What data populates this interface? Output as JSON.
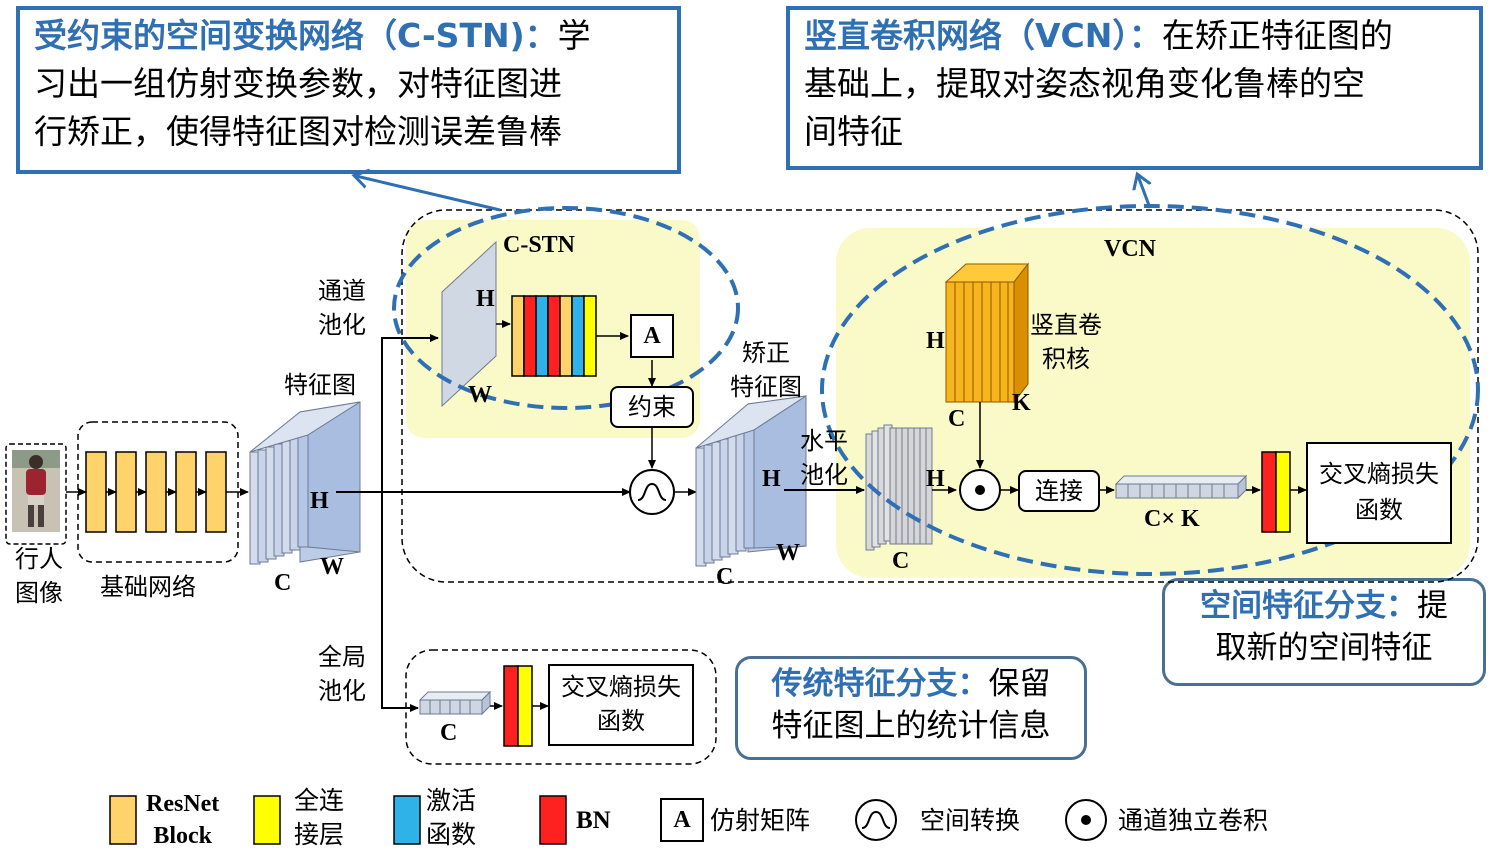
{
  "callouts": {
    "cstn": {
      "title": "受约束的空间变换网络（C-STN)：",
      "body1": "学",
      "line2": "习出一组仿射变换参数，对特征图进",
      "line3": "行矫正，使得特征图对检测误差鲁棒"
    },
    "vcn": {
      "title": "竖直卷积网络（VCN）：",
      "body1": "在矫正特征图的",
      "line2": "基础上，提取对姿态视角变化鲁棒的空",
      "line3": "间特征"
    },
    "spatial": {
      "title": "空间特征分支：",
      "body1": "提",
      "line2": "取新的空间特征"
    },
    "traditional": {
      "title": "传统特征分支：",
      "body1": "保留",
      "line2": "特征图上的统计信息"
    }
  },
  "labels": {
    "pedestrian": "行人",
    "image": "图像",
    "backbone": "基础网络",
    "feature_map": "特征图",
    "channel_pool_1": "通道",
    "channel_pool_2": "池化",
    "global_pool_1": "全局",
    "global_pool_2": "池化",
    "cstn": "C-STN",
    "vcn": "VCN",
    "rectified_1": "矫正",
    "rectified_2": "特征图",
    "horizontal_pool_1": "水平",
    "horizontal_pool_2": "池化",
    "vertical_kernel_1": "竖直卷",
    "vertical_kernel_2": "积核",
    "constraint": "约束",
    "affine_a": "A",
    "concat": "连接",
    "ck": "C× K",
    "ce_loss_1": "交叉熵损失",
    "ce_loss_2": "函数",
    "H": "H",
    "W": "W",
    "C": "C",
    "K": "K"
  },
  "legend": [
    {
      "name": "resnet",
      "line1": "ResNet",
      "line2": "Block"
    },
    {
      "name": "fc",
      "line1": "全连",
      "line2": "接层"
    },
    {
      "name": "act",
      "line1": "激活",
      "line2": "函数"
    },
    {
      "name": "bn",
      "line1": "BN"
    },
    {
      "name": "affine",
      "symbol": "A",
      "line1": "仿射矩阵"
    },
    {
      "name": "transform",
      "line1": "空间转换"
    },
    {
      "name": "conv",
      "line1": "通道独立卷积"
    }
  ],
  "colors": {
    "callout_blue": "#2f6fb3",
    "resnet_orange": "#ffd36b",
    "fc_yellow": "#ffff00",
    "act_blue": "#2eb2e8",
    "bn_red": "#ff2020",
    "region_yellow": "#fafac8",
    "feature_blue": "#a8bde0",
    "kernel_orange": "#f5a800"
  }
}
